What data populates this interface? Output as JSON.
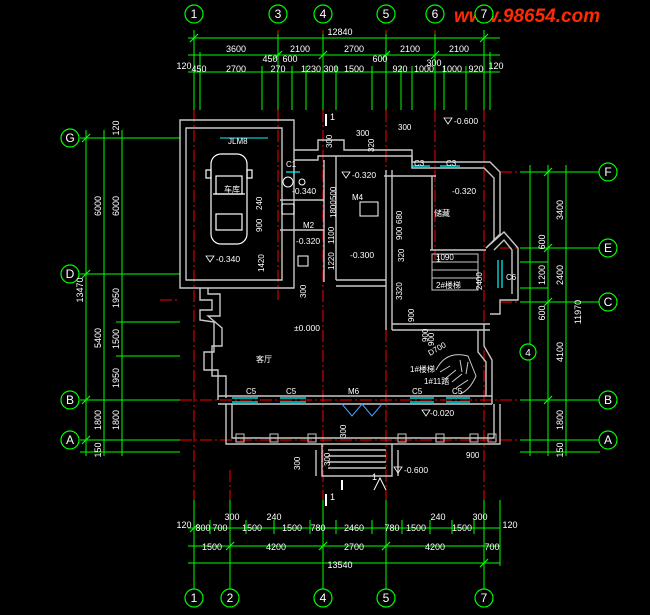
{
  "watermark": "www.98654.com",
  "colors": {
    "background": "#000000",
    "dimension": "#00ff00",
    "wall": "#c8c8c8",
    "axis": "#ff0000",
    "text": "#ffffff",
    "window": "#00ffff",
    "level": "#ffff00",
    "watermark": "#ff2a00"
  },
  "axes": {
    "top": [
      "1",
      "3",
      "4",
      "5",
      "6",
      "7"
    ],
    "bottom": [
      "1",
      "2",
      "4",
      "5",
      "7"
    ],
    "left": [
      "G",
      "D",
      "B",
      "A"
    ],
    "right": [
      "F",
      "E",
      "C",
      "4",
      "B",
      "A"
    ]
  },
  "dims_top": {
    "overall": "12840",
    "row1": [
      "3600",
      "2100",
      "2700",
      "2100",
      "2100"
    ],
    "row2": [
      "120",
      "450",
      "2700",
      "450",
      "600",
      "270",
      "1230",
      "300",
      "1500",
      "600",
      "920",
      "1000",
      "300",
      "1000",
      "920",
      "120"
    ]
  },
  "dims_bottom": {
    "row1": [
      "120",
      "800",
      "700",
      "300",
      "1500",
      "240",
      "1500",
      "780",
      "2460",
      "780",
      "1500",
      "240",
      "1500",
      "300",
      "120"
    ],
    "row2": [
      "1500",
      "4200",
      "2700",
      "4200",
      "700"
    ],
    "overall": "13540"
  },
  "dims_left": {
    "overall": "13470",
    "outer": [
      "6000",
      "5400",
      "1800",
      "150"
    ],
    "inner": [
      "120",
      "6000",
      "1950",
      "1500",
      "1950",
      "1800"
    ]
  },
  "dims_right": {
    "overall": "11970",
    "outer": [
      "3400",
      "2400",
      "4100",
      "1800",
      "150"
    ],
    "inner": [
      "600",
      "1200",
      "600"
    ]
  },
  "rooms": {
    "garage": "车库",
    "living": "客厅",
    "bedroom": "储藏",
    "stair1": "1#楼梯",
    "stair2": "2#楼梯",
    "stair1_note": "1#11踏",
    "tread": "D700"
  },
  "levels": [
    "-0.340",
    "-0.340",
    "-0.320",
    "-0.320",
    "-0.320",
    "-0.300",
    "±0.000",
    "-0.020",
    "-0.600",
    "-0.600"
  ],
  "windows": [
    "C1",
    "C3",
    "C3",
    "C5",
    "C5",
    "C5",
    "C5",
    "C6"
  ],
  "doors": [
    "JLM8",
    "M4",
    "M2",
    "M6"
  ],
  "misc_dims": [
    "300",
    "300",
    "300",
    "1100",
    "1800",
    "500",
    "680",
    "900",
    "900",
    "240",
    "1420",
    "1220",
    "320",
    "320",
    "3320",
    "900",
    "900",
    "1090",
    "2400",
    "900",
    "300",
    "300",
    "300",
    "300",
    "900"
  ],
  "marks": [
    "1",
    "1",
    "1",
    "1"
  ]
}
